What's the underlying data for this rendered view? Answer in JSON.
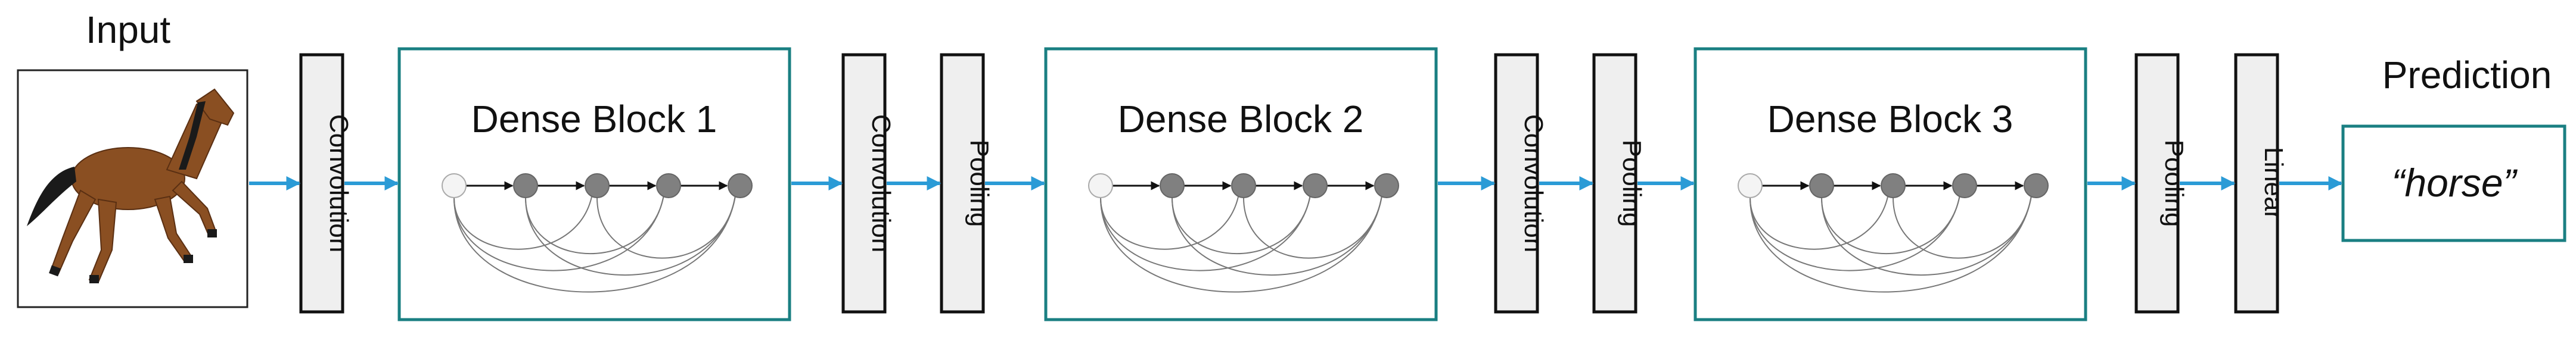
{
  "input_label": "Input",
  "prediction_label": "Prediction",
  "prediction_value": "“horse”",
  "layers": [
    {
      "id": "conv1",
      "label": "Convolution"
    },
    {
      "id": "conv2",
      "label": "Convolution"
    },
    {
      "id": "pool1",
      "label": "Pooling"
    },
    {
      "id": "conv3",
      "label": "Convolution"
    },
    {
      "id": "pool2",
      "label": "Pooling"
    },
    {
      "id": "pool3",
      "label": "Pooling"
    },
    {
      "id": "linear",
      "label": "Linear"
    }
  ],
  "dense_blocks": [
    {
      "id": "block1",
      "title": "Dense Block 1"
    },
    {
      "id": "block2",
      "title": "Dense Block 2"
    },
    {
      "id": "block3",
      "title": "Dense Block 3"
    }
  ],
  "colors": {
    "block_border": "#1a7f82",
    "arrow": "#2b9bd6",
    "layer_fill": "#efefef",
    "node_first": "#f4f4f4",
    "node": "#808080"
  },
  "icons": {
    "input_image": "horse-icon"
  }
}
